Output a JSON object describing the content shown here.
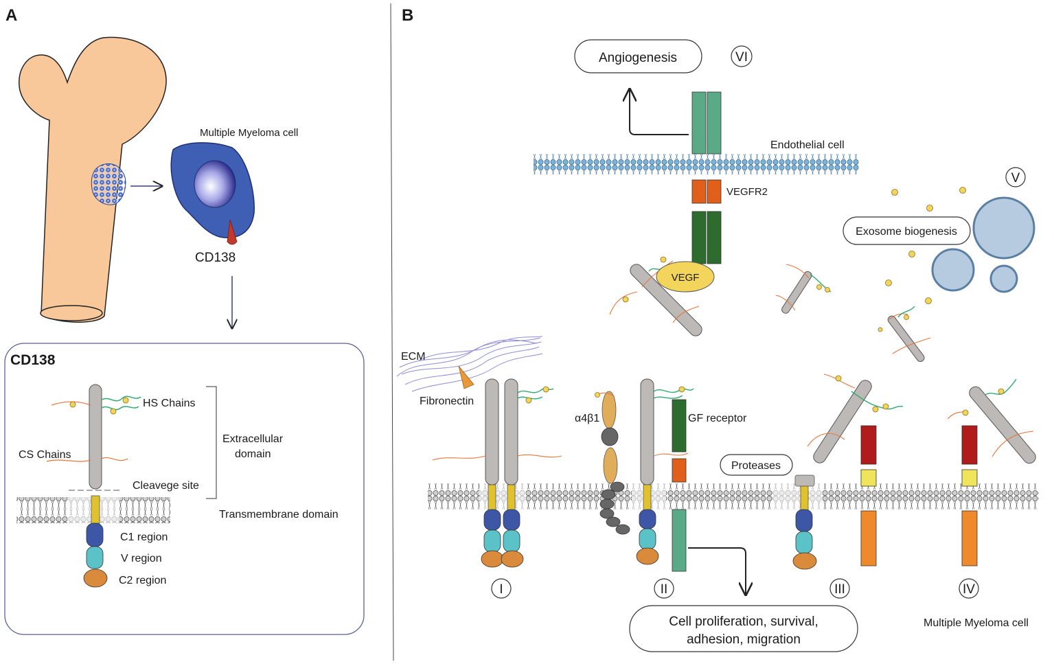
{
  "panels": {
    "a": "A",
    "b": "B"
  },
  "panel_a": {
    "cell_title": "Multiple Myeloma cell",
    "cd138_label": "CD138",
    "box": {
      "title": "CD138",
      "hs_chains": "HS Chains",
      "cs_chains": "CS Chains",
      "extracellular_line1": "Extracellular",
      "extracellular_line2": "domain",
      "cleavage_site": "Cleavege site",
      "transmembrane": "Transmembrane domain",
      "c1_region": "C1 region",
      "v_region": "V region",
      "c2_region": "C2 region"
    }
  },
  "panel_b": {
    "angiogenesis": "Angiogenesis",
    "numeral_vi": "VI",
    "endothelial_cell": "Endothelial cell",
    "vegfr2": "VEGFR2",
    "vegf": "VEGF",
    "numeral_v": "V",
    "exosome": "Exosome biogenesis",
    "ecm": "ECM",
    "fibronectin": "Fibronectin",
    "integrin": "α4β1",
    "gf_receptor": "GF receptor",
    "proteases": "Proteases",
    "numeral_i": "I",
    "numeral_ii": "II",
    "numeral_iii": "III",
    "numeral_iv": "IV",
    "outcome_line1": "Cell proliferation, survival,",
    "outcome_line2": "adhesion, migration",
    "mm_cell": "Multiple Myeloma cell"
  },
  "colors": {
    "bone": "#f8c89a",
    "mm_cell": "#3f5fb5",
    "cd138_spike": "#c0392b",
    "core_protein": "#bdb9b6",
    "tm_yellow": "#e0c12e",
    "c1_blue": "#3d57a6",
    "v_teal": "#5bc2c8",
    "c2_orange": "#d98a3a",
    "hs_green": "#2eaa6e",
    "cs_orange": "#e8743b",
    "bead": "#f2d55a",
    "vegfr2_top": "#5aaa88",
    "vegfr2_mid": "#e0601b",
    "vegfr2_kinase": "#2e6b2f",
    "vegf": "#f2d55a",
    "exosome": "#b6cbe0",
    "exosome_stroke": "#5b7fa3",
    "red_receptor": "#b01c1c",
    "orange_receptor": "#ef8a2c"
  }
}
